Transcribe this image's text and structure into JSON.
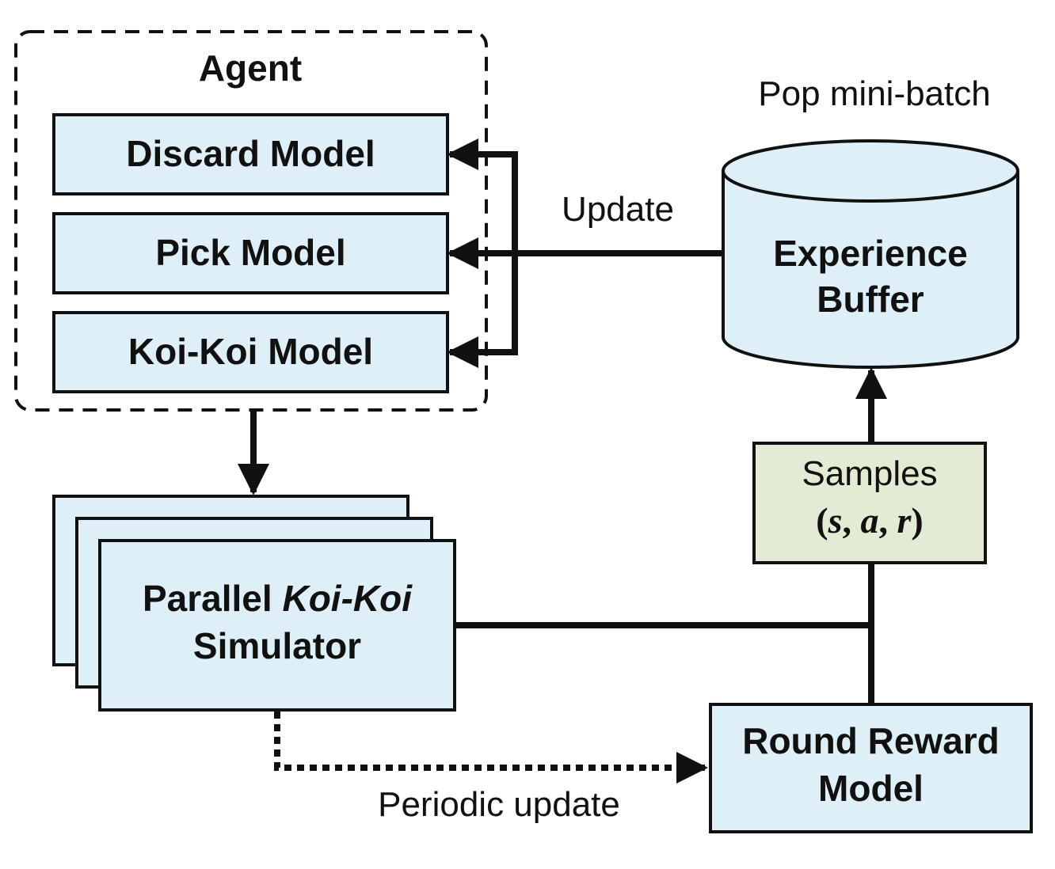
{
  "colors": {
    "box_fill": "#deeff8",
    "samples_fill": "#e3ebd5",
    "stroke": "#111111",
    "background": "#ffffff"
  },
  "agent": {
    "title": "Agent",
    "models": [
      "Discard Model",
      "Pick Model",
      "Koi-Koi Model"
    ]
  },
  "simulator": {
    "label_prefix": "Parallel",
    "label_italic": "Koi-Koi",
    "label_line2": "Simulator"
  },
  "buffer": {
    "title_above": "Pop mini-batch",
    "line1": "Experience",
    "line2": "Buffer"
  },
  "samples": {
    "label": "Samples",
    "open_paren": "(",
    "var_s": "s",
    "var_a": "a",
    "var_r": "r",
    "comma": ", ",
    "close_paren": ")"
  },
  "reward_model": {
    "line1": "Round Reward",
    "line2": "Model"
  },
  "edges": {
    "update_label": "Update",
    "periodic_label": "Periodic update"
  }
}
